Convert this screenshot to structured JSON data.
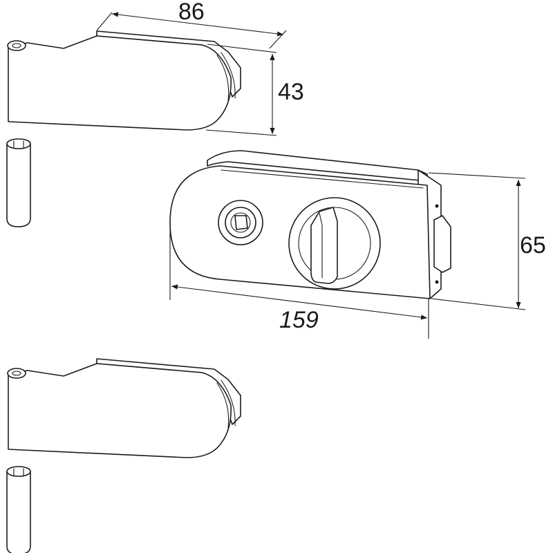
{
  "dimensions": {
    "top_hinge_width": "86",
    "top_hinge_height": "43",
    "lock_width": "159",
    "lock_height": "65"
  },
  "colors": {
    "line": "#1a1a1a",
    "background": "#ffffff"
  }
}
